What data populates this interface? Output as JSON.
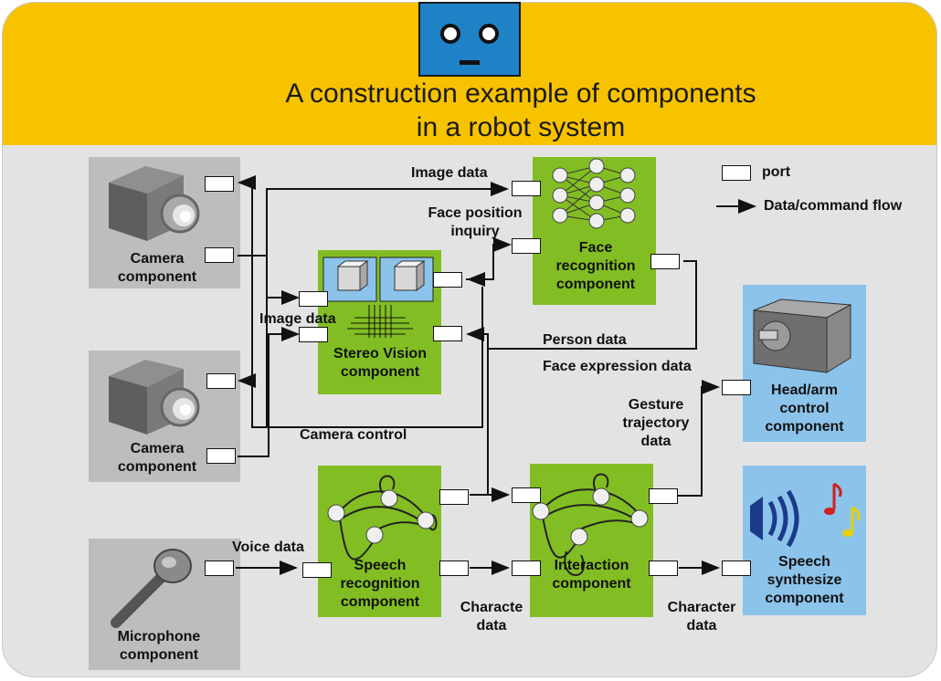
{
  "header": {
    "title_line1": "A construction  example  of  components",
    "title_line2": "in a robot  system"
  },
  "legend": {
    "port_label": "port",
    "flow_label": "Data/command flow"
  },
  "components": {
    "camera_top": "Camera\ncomponent",
    "camera_bottom": "Camera\ncomponent",
    "microphone": "Microphone\ncomponent",
    "stereo_vision": "Stereo Vision\ncomponent",
    "face_recognition": "Face\nrecognition\ncomponent",
    "speech_recognition": "Speech\nrecognition\ncomponent",
    "interaction": "Interaction\ncomponent",
    "head_arm": "Head/arm\ncontrol\ncomponent",
    "speech_synth": "Speech\nsynthesize\ncomponent"
  },
  "edge_labels": {
    "image_data_top": "Image data",
    "face_position_inquiry": "Face position\ninquiry",
    "image_data_left": "Image data",
    "person_data": "Person data",
    "face_expression_data": "Face expression data",
    "camera_control": "Camera control",
    "gesture_trajectory_data": "Gesture\ntrajectory\ndata",
    "voice_data": "Voice data",
    "character_data_1": "Characte\ndata",
    "character_data_2": "Character\ndata"
  },
  "colors": {
    "header": "#f7c200",
    "background": "#e3e3e3",
    "component_green": "#82be23",
    "component_gray": "#bdbdbd",
    "component_blue": "#8cc3ea",
    "robot_face": "#1f82c6"
  }
}
